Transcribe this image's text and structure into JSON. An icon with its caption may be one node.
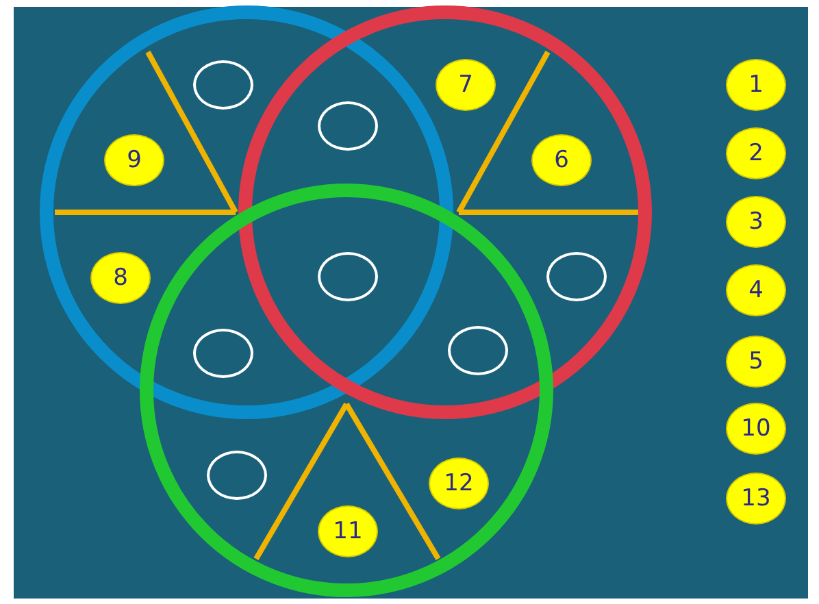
{
  "diagram": {
    "nodes": [
      {
        "text": [],
        "shape": "circle"
      },
      {
        "text": [
          "7"
        ]
      },
      {
        "text": [
          "1"
        ]
      },
      {
        "text": [],
        "shape": "circle"
      },
      {
        "text": [
          "9"
        ]
      },
      {
        "text": [
          "6"
        ]
      },
      {
        "text": [
          "2"
        ]
      },
      {
        "text": [
          "3"
        ]
      },
      {
        "text": [],
        "shape": "circle"
      },
      {
        "text": [
          "8"
        ]
      },
      {
        "text": [],
        "shape": "circle"
      },
      {
        "text": [
          "4"
        ]
      },
      {
        "text": [],
        "shape": "circle"
      },
      {
        "text": [],
        "shape": "circle"
      },
      {
        "text": [
          "5"
        ]
      },
      {
        "text": [
          "10"
        ]
      },
      {
        "text": [
          "12"
        ]
      },
      {
        "text": [],
        "shape": "circle"
      },
      {
        "text": [
          "13"
        ]
      },
      {
        "text": [
          "11"
        ]
      }
    ]
  }
}
